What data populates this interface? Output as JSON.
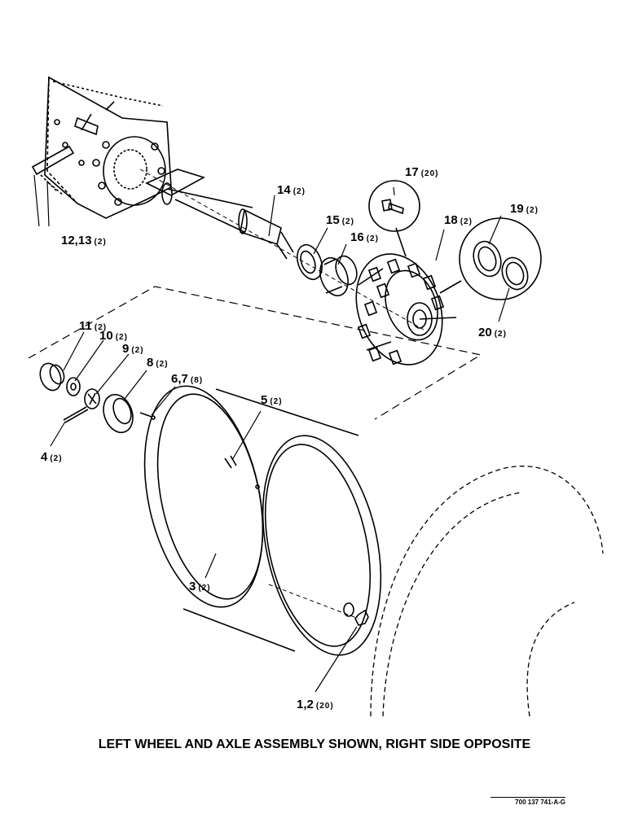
{
  "callouts": [
    {
      "id": "c17",
      "num": "17",
      "qty": "(20)"
    },
    {
      "id": "c14",
      "num": "14",
      "qty": "(2)"
    },
    {
      "id": "c18",
      "num": "18",
      "qty": "(2)"
    },
    {
      "id": "c19",
      "num": "19",
      "qty": "(2)"
    },
    {
      "id": "c15",
      "num": "15",
      "qty": "(2)"
    },
    {
      "id": "c16",
      "num": "16",
      "qty": "(2)"
    },
    {
      "id": "c1213",
      "num": "12,13",
      "qty": "(2)"
    },
    {
      "id": "c20",
      "num": "20",
      "qty": "(2)"
    },
    {
      "id": "c11",
      "num": "11",
      "qty": "(2)"
    },
    {
      "id": "c10",
      "num": "10",
      "qty": "(2)"
    },
    {
      "id": "c9",
      "num": "9",
      "qty": "(2)"
    },
    {
      "id": "c8",
      "num": "8",
      "qty": "(2)"
    },
    {
      "id": "c67",
      "num": "6,7",
      "qty": "(8)"
    },
    {
      "id": "c5",
      "num": "5",
      "qty": "(2)"
    },
    {
      "id": "c4",
      "num": "4",
      "qty": "(2)"
    },
    {
      "id": "c3",
      "num": "3",
      "qty": "(2)"
    },
    {
      "id": "c12",
      "num": "1,2",
      "qty": "(20)"
    }
  ],
  "caption": "LEFT WHEEL AND AXLE ASSEMBLY SHOWN, RIGHT SIDE OPPOSITE",
  "drawing_number": "700 137 741-A-G"
}
